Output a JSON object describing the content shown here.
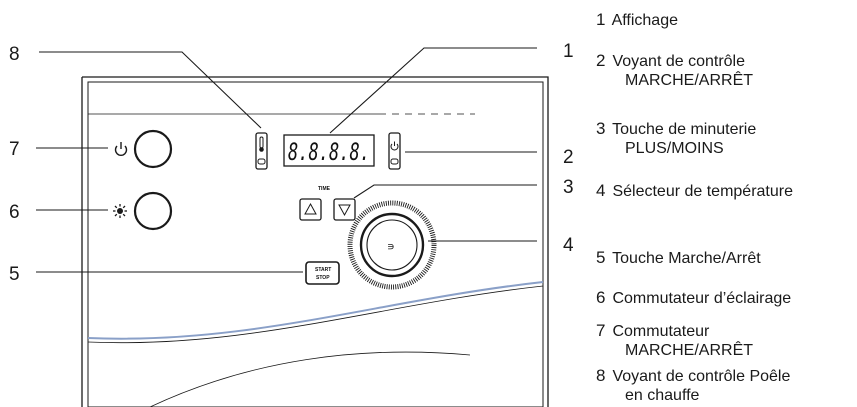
{
  "callouts": {
    "n1": "1",
    "n2": "2",
    "n3": "3",
    "n4": "4",
    "n5": "5",
    "n6": "6",
    "n7": "7",
    "n8": "8"
  },
  "panel": {
    "display_text": "8.8.8.8.",
    "time_label": "TIME",
    "start_label": "START",
    "stop_label": "STOP",
    "knob_mark": "∍"
  },
  "legend": [
    {
      "num": "1",
      "line1": "Affichage",
      "line2": ""
    },
    {
      "num": "2",
      "line1": "Voyant de contrôle",
      "line2": "MARCHE/ARRÊT"
    },
    {
      "num": "3",
      "line1": "Touche de minuterie",
      "line2": "PLUS/MOINS"
    },
    {
      "num": "4",
      "line1": "Sélecteur de température",
      "line2": ""
    },
    {
      "num": "5",
      "line1": "Touche Marche/Arrêt",
      "line2": ""
    },
    {
      "num": "6",
      "line1": "Commutateur d’éclairage",
      "line2": ""
    },
    {
      "num": "7",
      "line1": "Commutateur",
      "line2": "MARCHE/ARRÊT"
    },
    {
      "num": "8",
      "line1": "Voyant de contrôle Poêle",
      "line2": "en chauffe"
    }
  ],
  "icons": [
    "thermometer-icon",
    "power-icon",
    "light-icon",
    "up-triangle-icon",
    "down-triangle-icon"
  ],
  "colors": {
    "line": "#1a1a1a",
    "accent_stripe": "#8aa0c8"
  }
}
